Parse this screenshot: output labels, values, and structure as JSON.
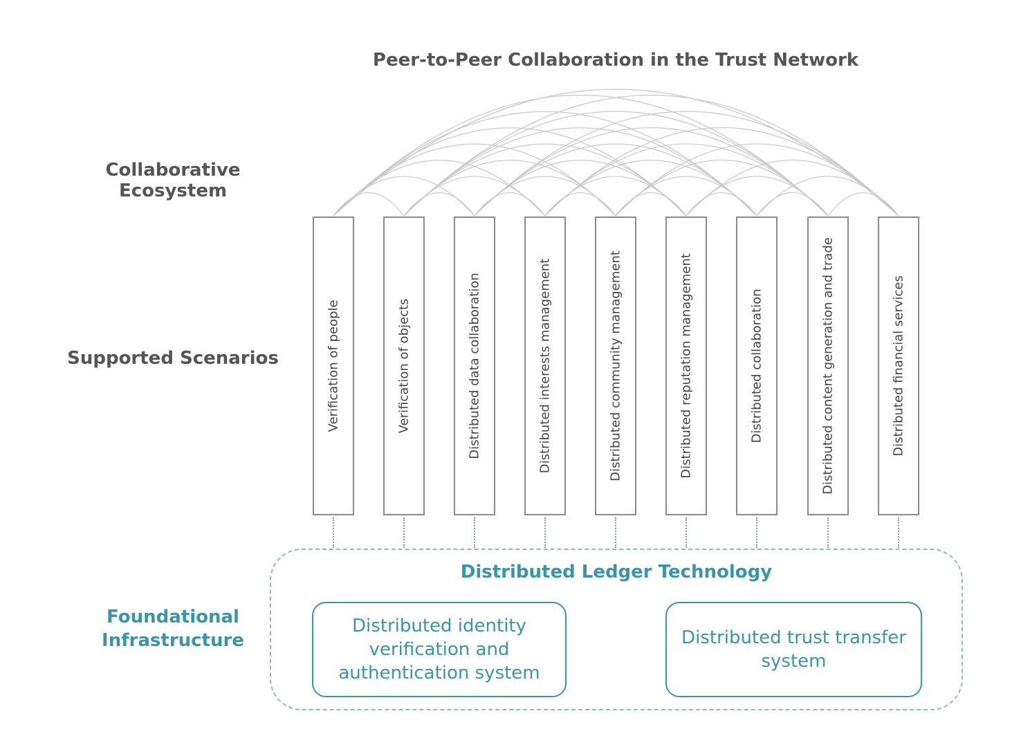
{
  "title": "Peer-to-Peer Collaboration in the Trust Network",
  "row_labels": {
    "ecosystem": "Collaborative Ecosystem",
    "scenarios": "Supported Scenarios",
    "infrastructure_line1": "Foundational",
    "infrastructure_line2": "Infrastructure"
  },
  "scenarios": [
    "Verification of people",
    "Verification of objects",
    "Distributed data collaboration",
    "Distributed interests management",
    "Distributed community management",
    "Distributed reputation management",
    "Distributed collaboration",
    "Distributed content generation and trade",
    "Distributed financial services"
  ],
  "infrastructure": {
    "title": "Distributed Ledger Technology",
    "identity_system": "Distributed identity verification and authentication system",
    "trust_transfer_system": "Distributed trust transfer system"
  },
  "colors": {
    "teal": "#3a95a9",
    "gray_text": "#555555",
    "arc": "#c8c8c8",
    "box_border": "#8a8a8a"
  }
}
